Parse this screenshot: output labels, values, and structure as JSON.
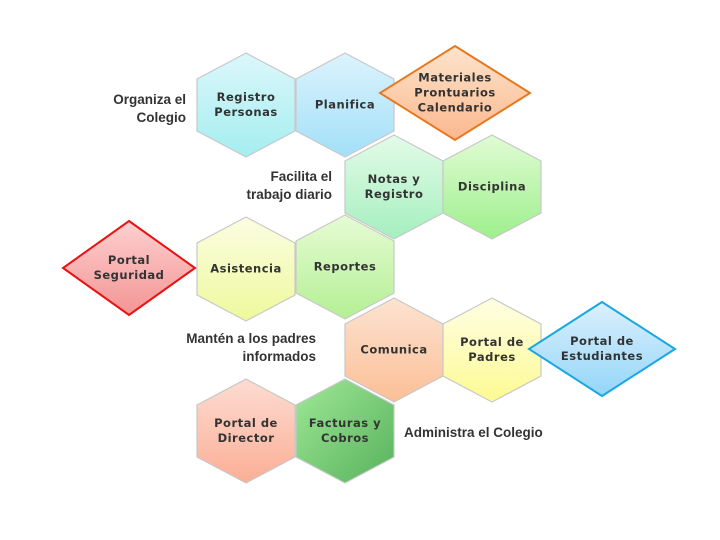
{
  "captions": {
    "organiza": "Organiza el\nColegio",
    "facilita": "Facilita el\ntrabajo diario",
    "manten": "Mantén a los padres\ninformados",
    "administra": "Administra el Colegio"
  },
  "hexagons": [
    {
      "id": "registro-personas",
      "label": "Registro\nPersonas",
      "colors": [
        "#dcf7fb",
        "#a4eef0"
      ]
    },
    {
      "id": "planifica",
      "label": "Planifica",
      "colors": [
        "#dcf3fd",
        "#a2e0f8"
      ]
    },
    {
      "id": "notas-registro",
      "label": "Notas y\nRegistro",
      "colors": [
        "#e4fbe8",
        "#a4efbe"
      ]
    },
    {
      "id": "disciplina",
      "label": "Disciplina",
      "colors": [
        "#e0fcd4",
        "#9eef8c"
      ]
    },
    {
      "id": "asistencia",
      "label": "Asistencia",
      "colors": [
        "#fbfde2",
        "#eef99c"
      ]
    },
    {
      "id": "reportes",
      "label": "Reportes",
      "colors": [
        "#e6fcd4",
        "#b4ef94"
      ]
    },
    {
      "id": "comunica",
      "label": "Comunica",
      "colors": [
        "#fde3d2",
        "#fbbf96"
      ]
    },
    {
      "id": "portal-padres",
      "label": "Portal de\nPadres",
      "colors": [
        "#fefee4",
        "#fdfa92"
      ]
    },
    {
      "id": "portal-director",
      "label": "Portal de\nDirector",
      "colors": [
        "#fddcd2",
        "#fbae96"
      ]
    },
    {
      "id": "facturas-cobros",
      "label": "Facturas y\nCobros",
      "colors": [
        "#9ee896",
        "#58b25c"
      ]
    }
  ],
  "diamonds": [
    {
      "id": "materiales",
      "label": "Materiales\nProntuarios\nCalendario",
      "colors": [
        "#fde4cc",
        "#fbb88e"
      ],
      "stroke": "#e8781e"
    },
    {
      "id": "portal-seguridad",
      "label": "Portal\nSeguridad",
      "colors": [
        "#fdd0d0",
        "#f49494"
      ],
      "stroke": "#e81212"
    },
    {
      "id": "portal-estudiantes",
      "label": "Portal de\nEstudiantes",
      "colors": [
        "#dcf0fd",
        "#94d6f8"
      ],
      "stroke": "#1aa8e2"
    }
  ]
}
